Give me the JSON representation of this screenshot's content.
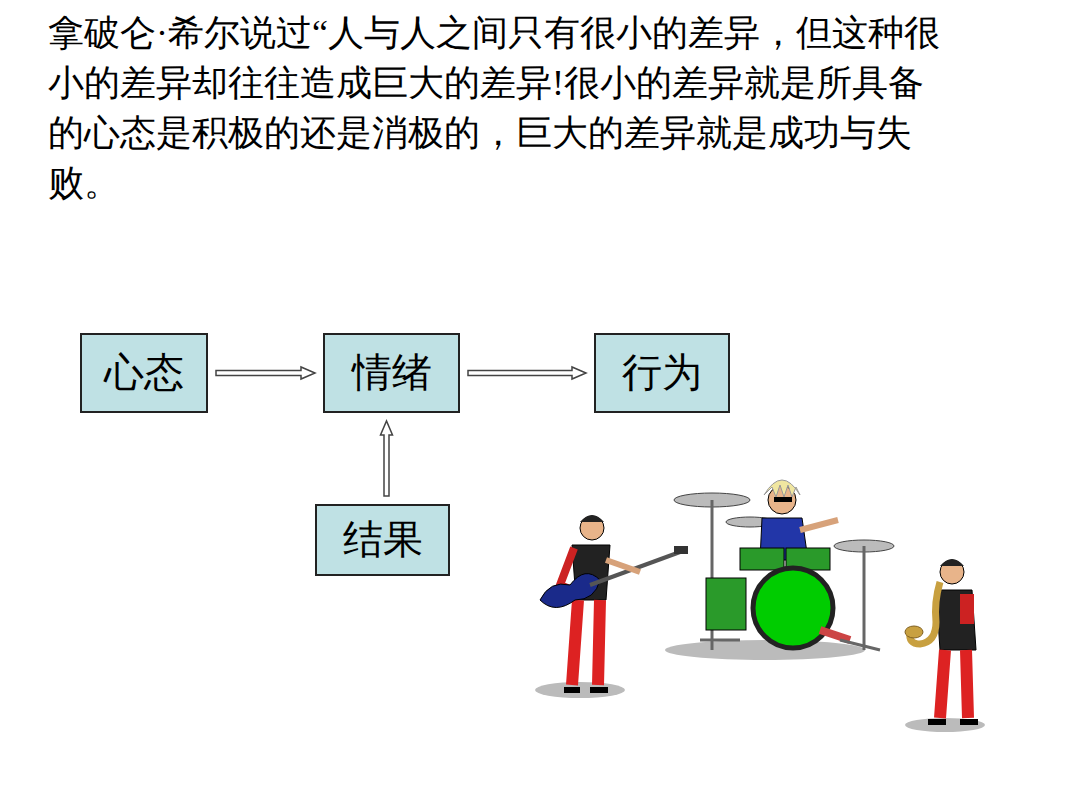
{
  "diagram": {
    "nodes": [
      {
        "text": [
          "心态"
        ]
      },
      {
        "text": [
          "情绪"
        ]
      },
      {
        "text": [
          "行为"
        ]
      },
      {
        "text": [
          "结果"
        ]
      }
    ],
    "edges": [
      {
        "from": 0,
        "to": 1,
        "arrow": "to"
      },
      {
        "from": 1,
        "to": 2,
        "arrow": "to"
      },
      {
        "from": 3,
        "to": 1,
        "arrow": "to"
      }
    ],
    "labels": [
      "拿破仑·希尔说过“人与人之间只有很小的差异，但这种很小的差异却往往造成巨大的差异!很小的差异就是所具备的心态是积极的还是消极的，巨大的差异就是成功与失败。"
    ]
  }
}
